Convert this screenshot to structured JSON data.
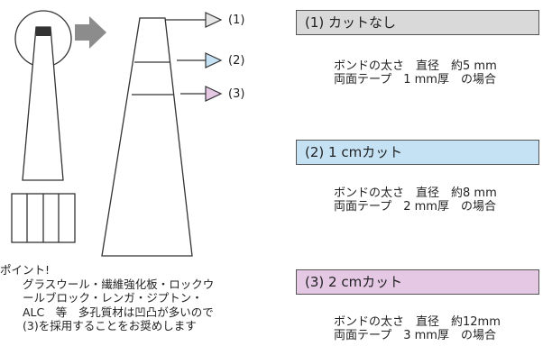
{
  "labels": {
    "cut1": "(1)",
    "cut2": "(2)",
    "cut3": "(3)"
  },
  "sections": [
    {
      "header": "(1) カットなし",
      "header_color": "#d9d9d9",
      "text": "ボンドの太さ　直径　約5 mm\n両面テープ　1 mm厚　の場合"
    },
    {
      "header": "(2) 1 cmカット",
      "header_color": "#c5e2f4",
      "text": "ボンドの太さ　直径　約8 mm\n両面テープ　2 mm厚　の場合"
    },
    {
      "header": "(3) 2 cmカット",
      "header_color": "#e4c8e4",
      "text": "ボンドの太さ　直径　約12mm\n両面テープ　3 mm厚　の場合"
    }
  ],
  "note": "ポイント!\n　　グラスウール・繊維強化板・ロックウ\n　　ールブロック・レンガ・ジプトン・\n　　ALC　等　多孔質材は凹凸が多いので\n　　(3)を採用することをお奨めします",
  "colors": {
    "arrow1": "#e6e6e6",
    "arrow2": "#c5e2f4",
    "arrow3": "#e4c8e4",
    "big_arrow": "#8c8c8c",
    "outline": "#333333"
  }
}
